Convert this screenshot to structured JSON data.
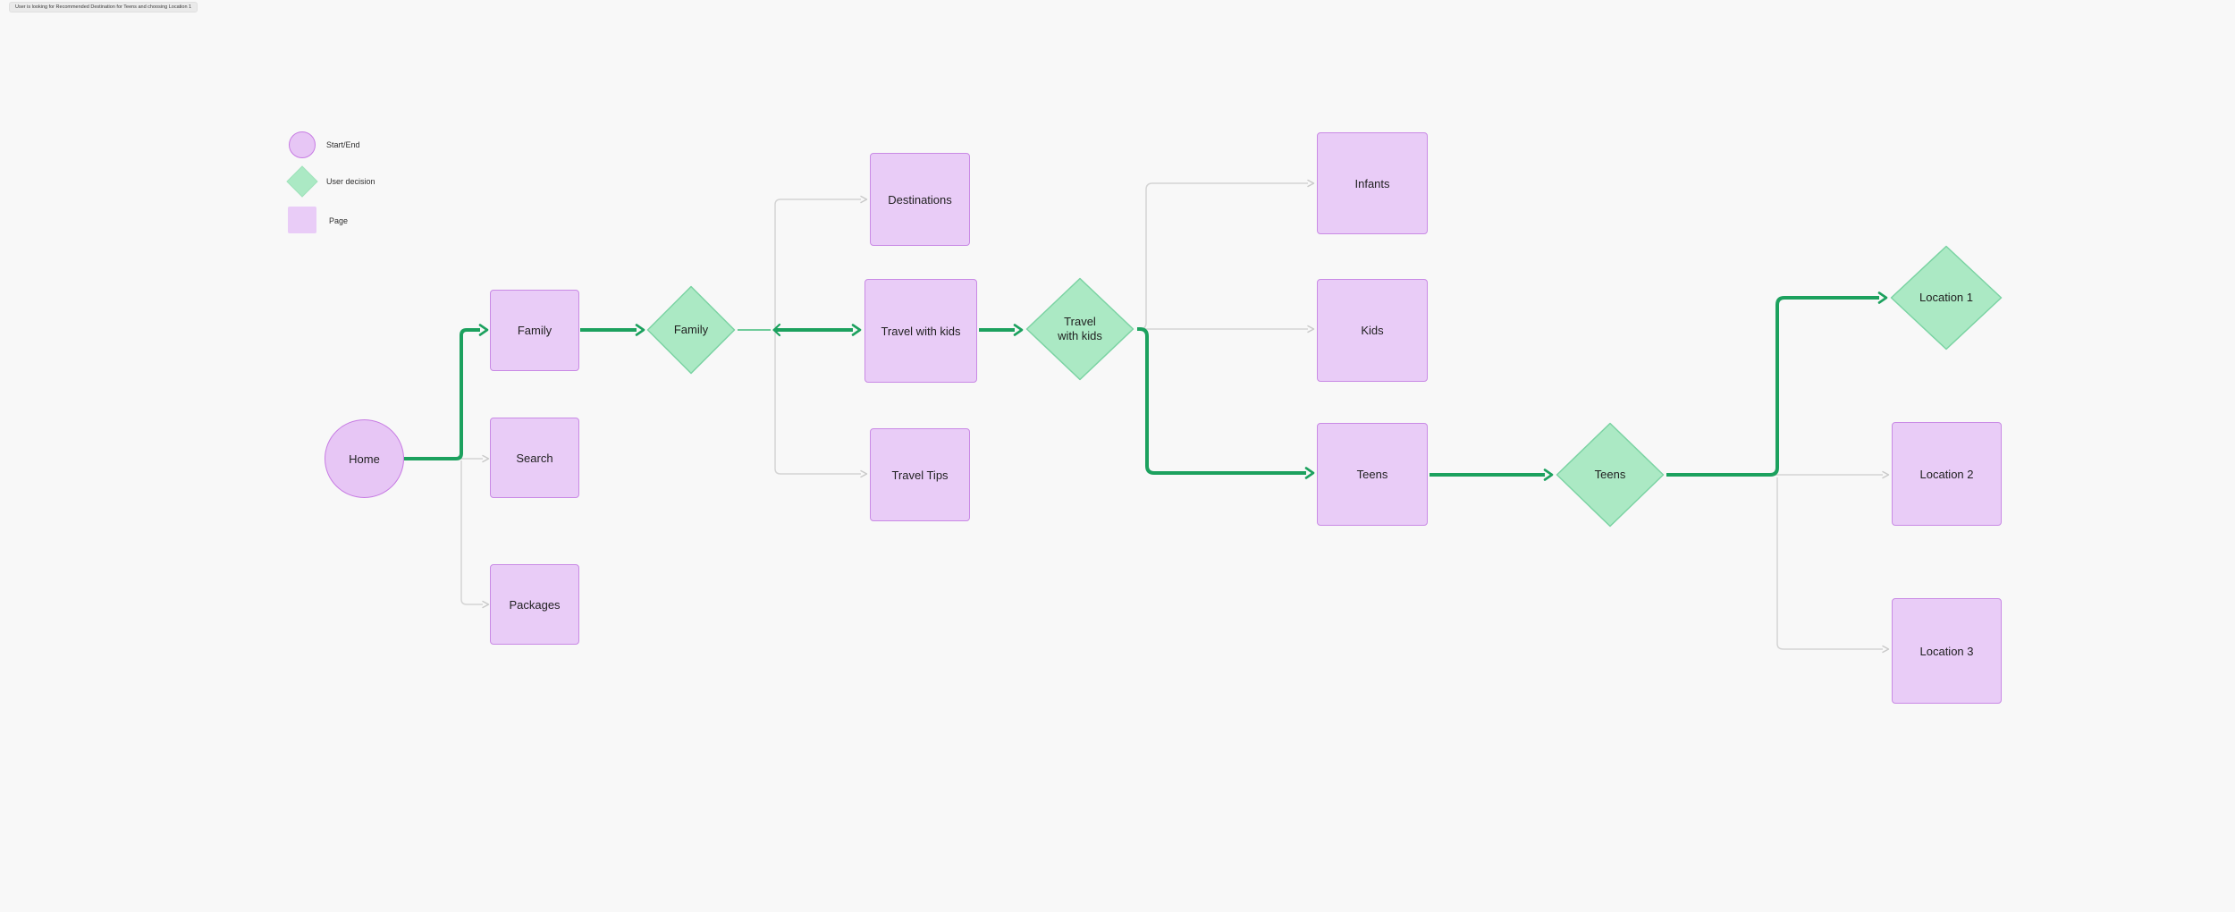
{
  "tab": {
    "title": "User is looking for Recommended Destination for Teens and choosing Location 1"
  },
  "legend": {
    "items": [
      {
        "shape": "circle",
        "label": "Start/End"
      },
      {
        "shape": "diamond",
        "label": "User decision"
      },
      {
        "shape": "square",
        "label": "Page"
      }
    ]
  },
  "nodes": {
    "home": "Home",
    "family_page": "Family",
    "search_page": "Search",
    "packages_page": "Packages",
    "family_decision": "Family",
    "destinations_page": "Destinations",
    "travel_with_kids_page": "Travel with kids",
    "travel_tips_page": "Travel Tips",
    "travel_with_kids_decision": "Travel with kids",
    "infants_page": "Infants",
    "kids_page": "Kids",
    "teens_page": "Teens",
    "teens_decision": "Teens",
    "location1_decision": "Location 1",
    "location2_page": "Location 2",
    "location3_page": "Location 3"
  },
  "edges": [
    {
      "from": "Home",
      "to": "Family",
      "state": "active"
    },
    {
      "from": "Home",
      "to": "Search",
      "state": "inactive"
    },
    {
      "from": "Home",
      "to": "Packages",
      "state": "inactive"
    },
    {
      "from": "Family",
      "to": "Family decision",
      "state": "active"
    },
    {
      "from": "Family decision",
      "to": "Destinations",
      "state": "inactive"
    },
    {
      "from": "Family decision",
      "to": "Travel with kids",
      "state": "active"
    },
    {
      "from": "Family decision",
      "to": "Travel Tips",
      "state": "inactive"
    },
    {
      "from": "Travel with kids",
      "to": "Travel with kids decision",
      "state": "active"
    },
    {
      "from": "Travel with kids decision",
      "to": "Infants",
      "state": "inactive"
    },
    {
      "from": "Travel with kids decision",
      "to": "Kids",
      "state": "inactive"
    },
    {
      "from": "Travel with kids decision",
      "to": "Teens",
      "state": "active"
    },
    {
      "from": "Teens",
      "to": "Teens decision",
      "state": "active"
    },
    {
      "from": "Teens decision",
      "to": "Location 1",
      "state": "active"
    },
    {
      "from": "Teens decision",
      "to": "Location 2",
      "state": "inactive"
    },
    {
      "from": "Teens decision",
      "to": "Location 3",
      "state": "inactive"
    }
  ],
  "colors": {
    "canvas": "#f8f8f8",
    "page_fill": "#e9ccf7",
    "page_border": "#c98ae5",
    "start_fill": "#e7c6f5",
    "start_border": "#c77ce3",
    "decision_fill": "#abe9c4",
    "decision_border": "#7bd3a3",
    "active_edge": "#1ca15e",
    "inactive_edge": "#d4d4d4"
  }
}
